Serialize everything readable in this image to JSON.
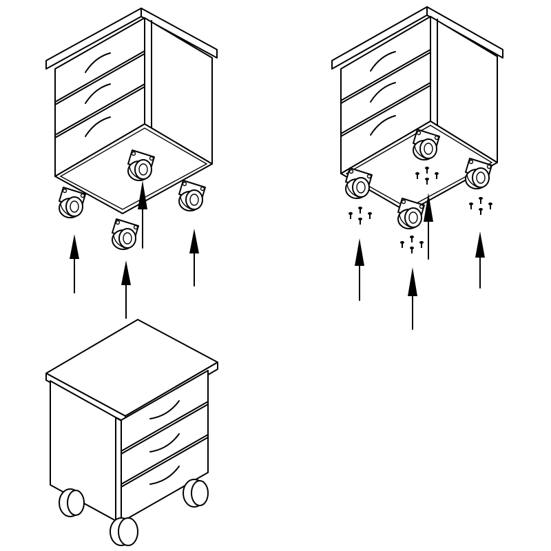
{
  "figure": {
    "kind": "assembly-instruction-illustration",
    "panels": [
      {
        "step": "attach-casters-to-cabinet-underside",
        "casters": 4,
        "arrows": 4
      },
      {
        "step": "screw-casters-with-screws",
        "casters": 4,
        "screw_groups": 4,
        "arrows": 4
      },
      {
        "step": "assembled-cabinet-on-casters",
        "drawers": 3,
        "casters": 4
      }
    ],
    "colors": {
      "ink": "#000000",
      "paper": "#ffffff"
    }
  }
}
